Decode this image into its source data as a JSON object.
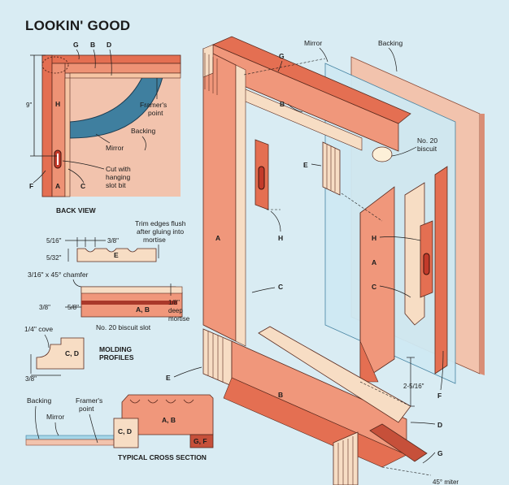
{
  "title": "LOOKIN' GOOD",
  "back_view": {
    "caption": "BACK VIEW",
    "letters": {
      "g": "G",
      "b": "B",
      "d": "D",
      "h": "H",
      "a": "A",
      "c": "C",
      "f": "F"
    },
    "dimension": "9\"",
    "callouts": {
      "framers_point": [
        "Framer's",
        "point"
      ],
      "backing": "Backing",
      "mirror": "Mirror",
      "slot": [
        "Cut with",
        "hanging",
        "slot bit"
      ]
    }
  },
  "molding_profiles": {
    "caption": [
      "MOLDING",
      "PROFILES"
    ],
    "trim_note": [
      "Trim edges flush",
      "after gluing into",
      "mortise"
    ],
    "dims": {
      "d1": "5/16\"",
      "d2": "3/8\"",
      "d3": "5/32\"",
      "chamfer": "3/16\" x 45° chamfer",
      "d4": "3/8\"",
      "d5": "5/8\"",
      "mortise": [
        "1/8\"",
        "deep",
        "mortise"
      ],
      "cove": "1/4\" cove",
      "d6": "3/8\""
    },
    "labels": {
      "e": "E",
      "ab": "A, B",
      "cd": "C, D"
    },
    "biscuit_slot": "No. 20 biscuit slot"
  },
  "cross_section": {
    "caption": "TYPICAL CROSS SECTION",
    "backing": "Backing",
    "mirror": "Mirror",
    "framers_point": [
      "Framer's",
      "point"
    ],
    "labels": {
      "ab": "A, B",
      "cd": "C, D",
      "gf": "G, F"
    }
  },
  "exploded": {
    "mirror": "Mirror",
    "backing": "Backing",
    "biscuit": [
      "No. 20",
      "biscuit"
    ],
    "letters": {
      "g1": "G",
      "b1": "B",
      "e1": "E",
      "a1": "A",
      "h1": "H",
      "c1": "C",
      "h2": "H",
      "a2": "A",
      "c2": "C",
      "e2": "E",
      "b2": "B",
      "d2": "D",
      "g2": "G",
      "f2": "F"
    },
    "dim_2516": "2-5/16\"",
    "miter": "45° miter"
  }
}
